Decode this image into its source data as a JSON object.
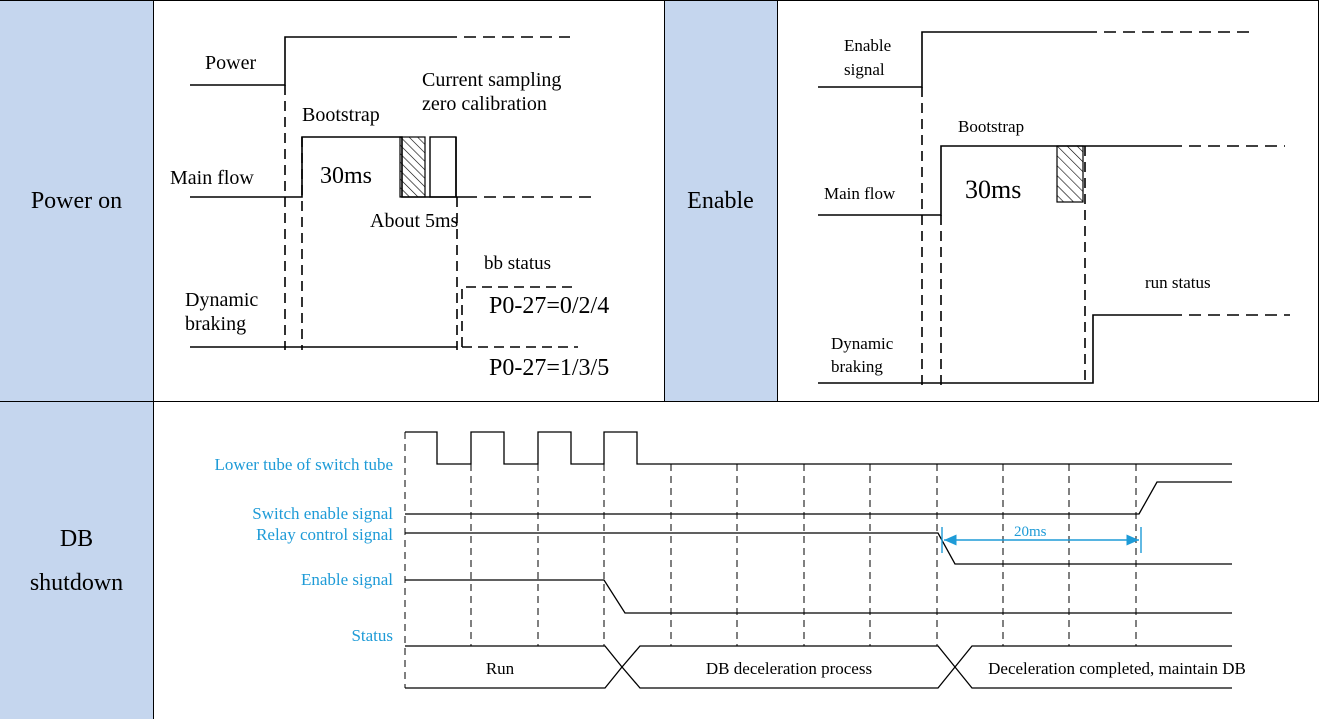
{
  "rows": {
    "power_on": {
      "header": "Power on",
      "labels": {
        "power": "Power",
        "main_flow": "Main flow",
        "dynamic_1": "Dynamic",
        "dynamic_2": "braking",
        "bootstrap": "Bootstrap",
        "duration": "30ms",
        "current_1": "Current sampling",
        "current_2": "zero calibration",
        "about": "About 5ms",
        "bb_status": "bb status",
        "p0_a": "P0-27=0/2/4",
        "p0_b": "P0-27=1/3/5"
      }
    },
    "enable": {
      "header": "Enable",
      "labels": {
        "enable_1": "Enable",
        "enable_2": "signal",
        "bootstrap": "Bootstrap",
        "main_flow": "Main flow",
        "duration": "30ms",
        "run_status": "run status",
        "dynamic_1": "Dynamic",
        "dynamic_2": "braking"
      }
    },
    "db_shutdown": {
      "header_1": "DB",
      "header_2": "shutdown",
      "labels": {
        "lower_tube": "Lower tube of switch tube",
        "switch_enable": "Switch enable signal",
        "relay_control": "Relay control signal",
        "enable_signal": "Enable signal",
        "status": "Status",
        "interval": "20ms",
        "phase_run": "Run",
        "phase_decel": "DB deceleration process",
        "phase_done": "Deceleration completed, maintain DB"
      }
    }
  },
  "colors": {
    "header_bg": "#c5d6ee",
    "signal_label": "#1e9bd7",
    "interval_arrow": "#1e9bd7",
    "line": "#000000"
  }
}
